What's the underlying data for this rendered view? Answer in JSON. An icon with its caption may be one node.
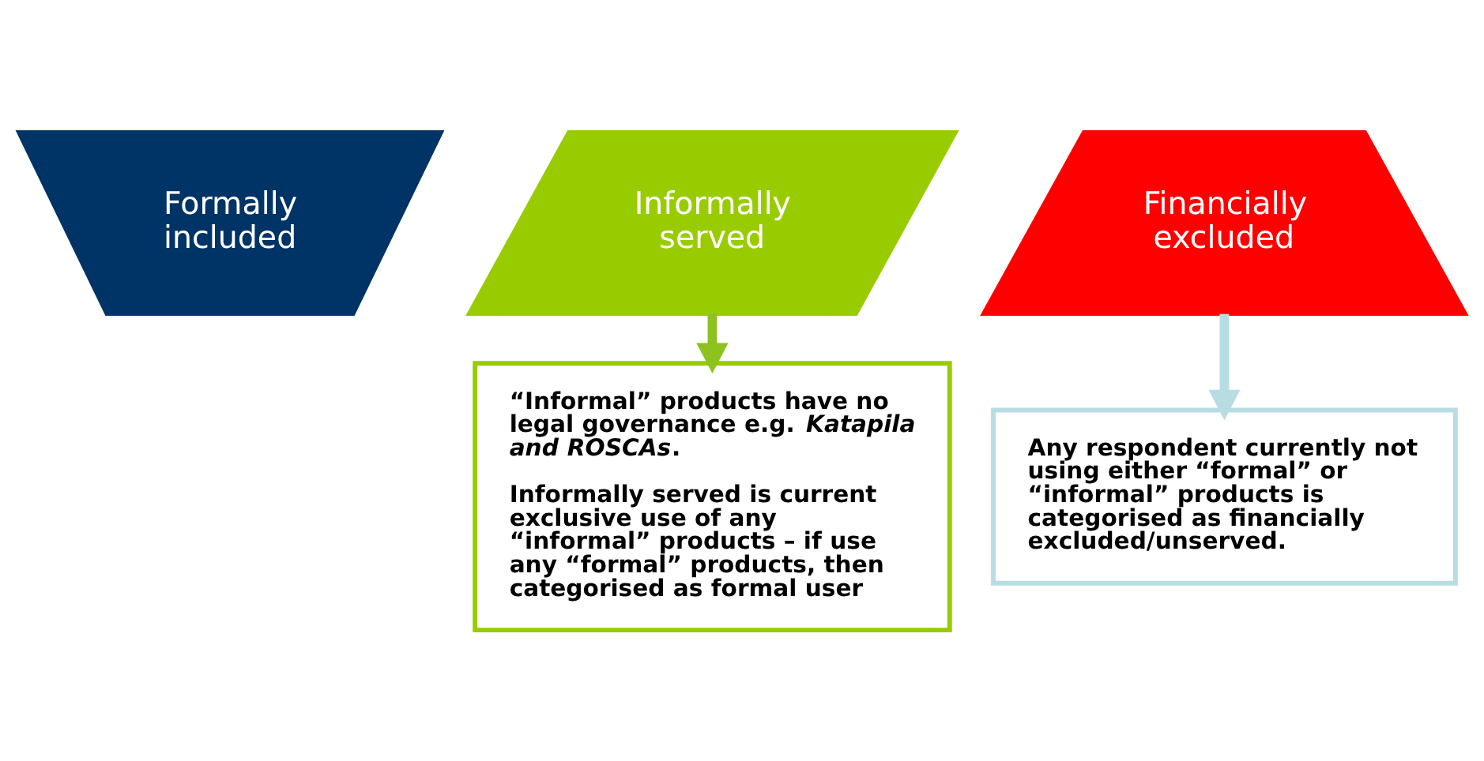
{
  "diagram": {
    "nodes": [
      {
        "text": [
          "Formally included"
        ]
      },
      {
        "text": [
          "Informally served"
        ]
      },
      {
        "text": [
          "Financially excluded"
        ]
      },
      {
        "text": [
          "“Informal” products have no legal governance e.g. *Katapila and ROSCAs*.",
          "Informally served is current exclusive use of any “informal” products – if use any “formal” products, then categorised as formal user"
        ]
      },
      {
        "text": [
          "Any respondent currently not using either “formal” or “informal” products is categorised as financially excluded/unserved."
        ]
      }
    ],
    "edges": [
      {
        "from": 1,
        "to": 3,
        "arrow": "to",
        "color": "#8dc21f"
      },
      {
        "from": 2,
        "to": 4,
        "arrow": "to",
        "color": "#b7dde3"
      }
    ]
  }
}
